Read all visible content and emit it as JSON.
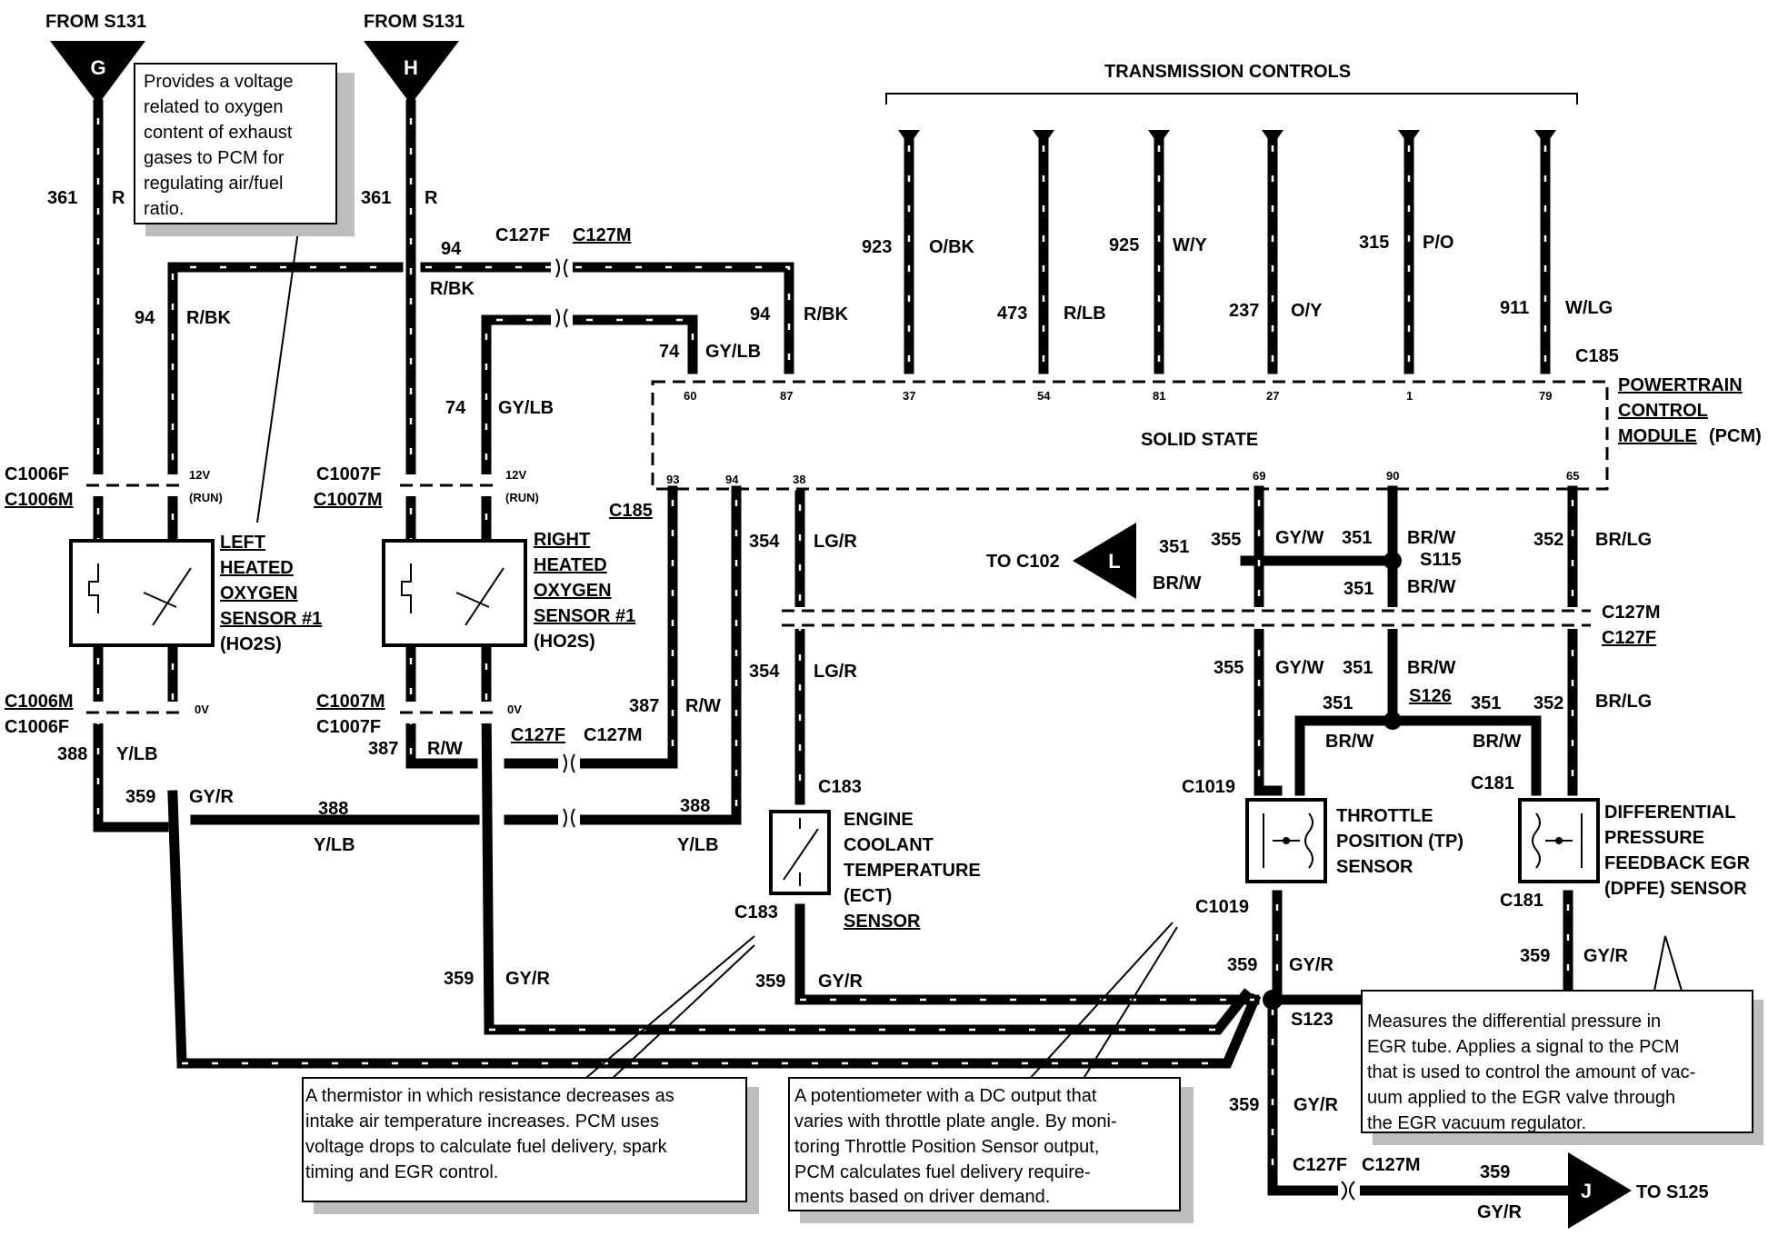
{
  "labels": {
    "from_s131_g": "FROM S131",
    "from_s131_h": "FROM S131",
    "conn_g": "G",
    "conn_h": "H",
    "conn_l": "L",
    "conn_j": "J",
    "transmission_controls": "TRANSMISSION CONTROLS",
    "solid_state": "SOLID STATE",
    "pcm_l1": "POWERTRAIN",
    "pcm_l2": "CONTROL",
    "pcm_l3": "MODULE",
    "pcm_l3b": "(PCM)",
    "lho2s_l1": "LEFT",
    "lho2s_l2": "HEATED",
    "lho2s_l3": "OXYGEN",
    "lho2s_l4": "SENSOR #1",
    "lho2s_l5": "(HO2S)",
    "rho2s_l1": "RIGHT",
    "rho2s_l2": "HEATED",
    "rho2s_l3": "OXYGEN",
    "rho2s_l4": "SENSOR #1",
    "rho2s_l5": "(HO2S)",
    "ect_l1": "ENGINE",
    "ect_l2": "COOLANT",
    "ect_l3": "TEMPERATURE",
    "ect_l4": "(ECT)",
    "ect_l5": "SENSOR",
    "tp_l1": "THROTTLE",
    "tp_l2": "POSITION (TP)",
    "tp_l3": "SENSOR",
    "dpfe_l1": "DIFFERENTIAL",
    "dpfe_l2": "PRESSURE",
    "dpfe_l3": "FEEDBACK EGR",
    "dpfe_l4": "(DPFE) SENSOR",
    "to_c102": "TO C102",
    "to_s125": "TO S125",
    "v12_run_a": "12V",
    "run_a": "(RUN)",
    "v12_run_b": "12V",
    "run_b": "(RUN)",
    "ov_a": "0V",
    "ov_b": "0V",
    "s115": "S115",
    "s126": "S126",
    "s123": "S123"
  },
  "connectors": {
    "c1006f_a": "C1006F",
    "c1006m_a": "C1006M",
    "c1006m_b": "C1006M",
    "c1006f_b": "C1006F",
    "c1007f_a": "C1007F",
    "c1007m_a": "C1007M",
    "c1007m_b": "C1007M",
    "c1007f_b": "C1007F",
    "c127f_top": "C127F",
    "c127m_top": "C127M",
    "c127f_mid": "C127F",
    "c127m_mid": "C127M",
    "c127m_right": "C127M",
    "c127f_right": "C127F",
    "c127f_bot": "C127F",
    "c127m_bot": "C127M",
    "c185_top": "C185",
    "c185_left": "C185",
    "c183_top": "C183",
    "c183_bot": "C183",
    "c1019_top": "C1019",
    "c1019_bot": "C1019",
    "c181_top": "C181",
    "c181_bot": "C181"
  },
  "pins": {
    "top": [
      "60",
      "87",
      "37",
      "54",
      "81",
      "27",
      "1",
      "79"
    ],
    "bottom": [
      "93",
      "94",
      "38",
      "69",
      "90",
      "65"
    ]
  },
  "wires": [
    {
      "id": "w361_g",
      "num": "361",
      "color": "R"
    },
    {
      "id": "w361_h",
      "num": "361",
      "color": "R"
    },
    {
      "id": "w94_l",
      "num": "94",
      "color": "R/BK"
    },
    {
      "id": "w94_top",
      "num": "94",
      "color": "R/BK"
    },
    {
      "id": "w94_pcm",
      "num": "94",
      "color": "R/BK"
    },
    {
      "id": "w74_r",
      "num": "74",
      "color": "GY/LB"
    },
    {
      "id": "w74_pcm",
      "num": "74",
      "color": "GY/LB"
    },
    {
      "id": "w923",
      "num": "923",
      "color": "O/BK"
    },
    {
      "id": "w473",
      "num": "473",
      "color": "R/LB"
    },
    {
      "id": "w925",
      "num": "925",
      "color": "W/Y"
    },
    {
      "id": "w237",
      "num": "237",
      "color": "O/Y"
    },
    {
      "id": "w315",
      "num": "315",
      "color": "P/O"
    },
    {
      "id": "w911",
      "num": "911",
      "color": "W/LG"
    },
    {
      "id": "w388_l",
      "num": "388",
      "color": "Y/LB"
    },
    {
      "id": "w359_l",
      "num": "359",
      "color": "GY/R"
    },
    {
      "id": "w388_m",
      "num": "388",
      "color": "Y/LB"
    },
    {
      "id": "w387_r",
      "num": "387",
      "color": "R/W"
    },
    {
      "id": "w387_pcm",
      "num": "387",
      "color": "R/W"
    },
    {
      "id": "w388_r",
      "num": "388",
      "color": "Y/LB"
    },
    {
      "id": "w359_r",
      "num": "359",
      "color": "GY/R"
    },
    {
      "id": "w354_a",
      "num": "354",
      "color": "LG/R"
    },
    {
      "id": "w354_b",
      "num": "354",
      "color": "LG/R"
    },
    {
      "id": "w359_ect",
      "num": "359",
      "color": "GY/R"
    },
    {
      "id": "w351_l",
      "num": "351",
      "color": "BR/W"
    },
    {
      "id": "w355_a",
      "num": "355",
      "color": "GY/W"
    },
    {
      "id": "w351_a",
      "num": "351",
      "color": "BR/W"
    },
    {
      "id": "w351_b",
      "num": "351",
      "color": "BR/W"
    },
    {
      "id": "w355_b",
      "num": "355",
      "color": "GY/W"
    },
    {
      "id": "w351_c",
      "num": "351",
      "color": "BR/W"
    },
    {
      "id": "w351_d",
      "num": "351",
      "color": "BR/W"
    },
    {
      "id": "w351_e",
      "num": "351",
      "color": "BR/W"
    },
    {
      "id": "w352_a",
      "num": "352",
      "color": "BR/LG"
    },
    {
      "id": "w352_b",
      "num": "352",
      "color": "BR/LG"
    },
    {
      "id": "w359_tp",
      "num": "359",
      "color": "GY/R"
    },
    {
      "id": "w359_dpfe",
      "num": "359",
      "color": "GY/R"
    },
    {
      "id": "w359_s123",
      "num": "359",
      "color": "GY/R"
    },
    {
      "id": "w359_j",
      "num": "359",
      "color": "GY/R"
    }
  ],
  "notes": {
    "ho2s": [
      "Provides a voltage",
      "related to oxygen",
      "content of exhaust",
      "gases to PCM for",
      "regulating   air/fuel",
      "ratio."
    ],
    "ect": [
      "A thermistor in which resistance decreases as",
      "intake air temperature increases. PCM uses",
      "voltage drops to calculate fuel delivery, spark",
      "timing and EGR control."
    ],
    "tp": [
      "A potentiometer with a DC output that",
      "varies with throttle plate angle. By moni-",
      "toring Throttle Position Sensor output,",
      "PCM calculates fuel delivery require-",
      "ments based on driver demand."
    ],
    "dpfe": [
      "Measures  the  differential  pressure  in",
      "EGR tube. Applies a signal to the PCM",
      "that is used to control the amount of vac-",
      "uum applied to the EGR valve through",
      "the EGR vacuum regulator."
    ]
  }
}
